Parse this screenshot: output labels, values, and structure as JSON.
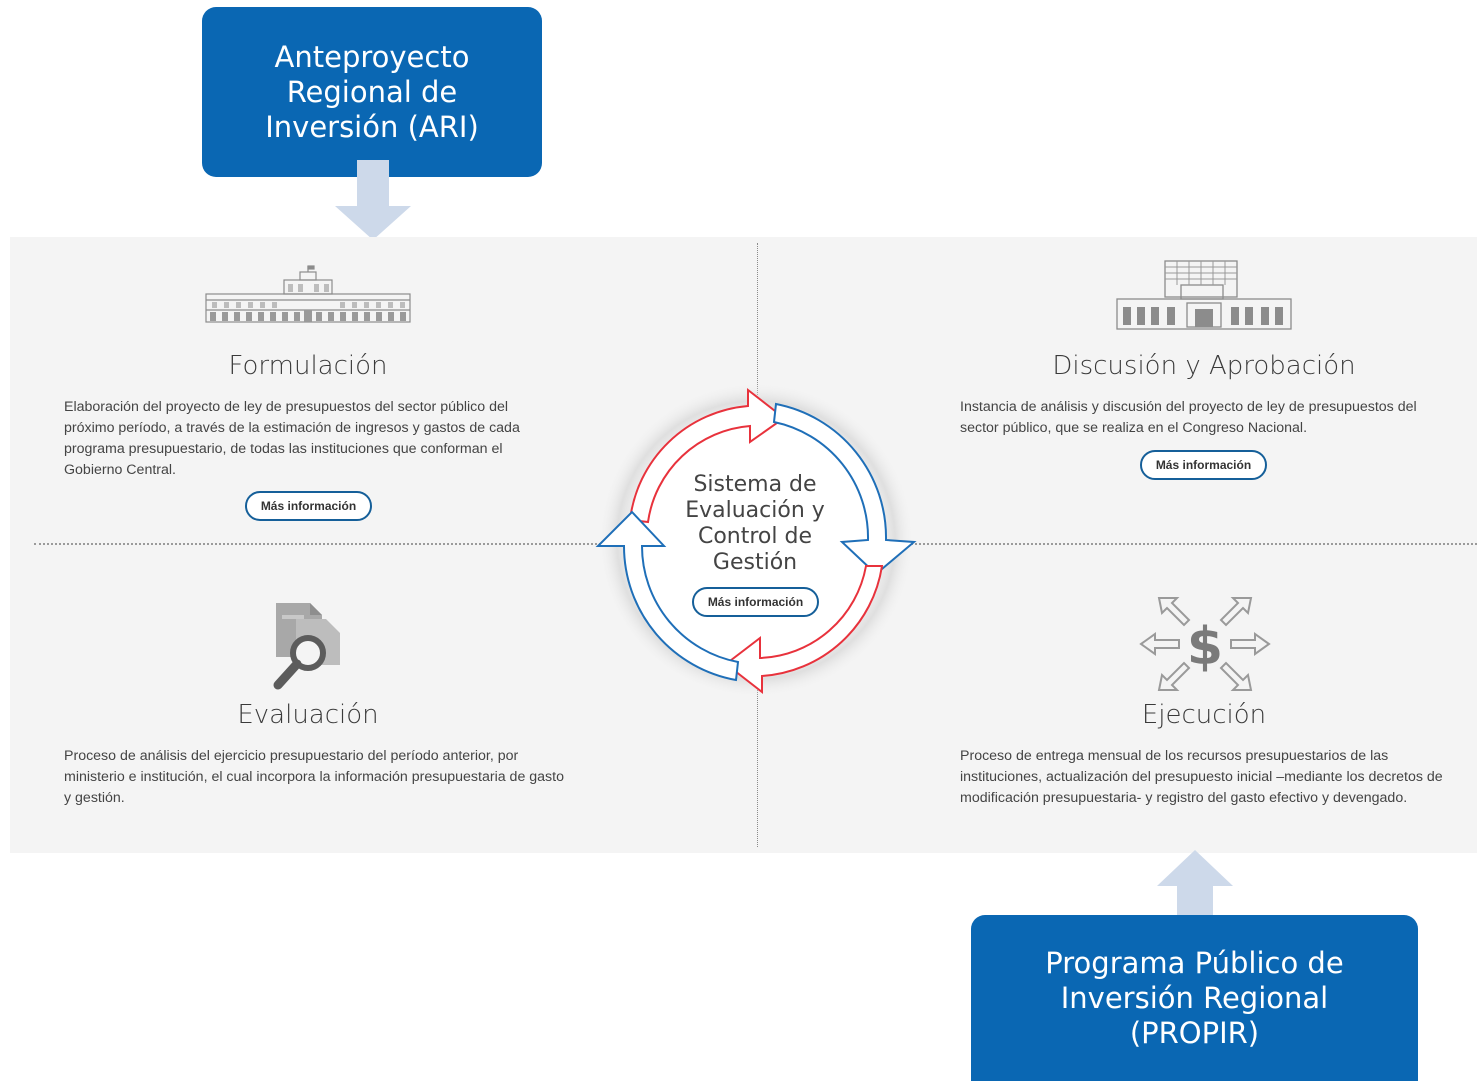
{
  "callouts": {
    "ari": [
      "Anteproyecto",
      "Regional de",
      "Inversión (ARI)"
    ],
    "propir": [
      "Programa Público de",
      "Inversión Regional",
      "(PROPIR)"
    ]
  },
  "quadrants": {
    "formulacion": {
      "title": "Formulación",
      "text": "Elaboración del proyecto de ley de presupuestos del sector público del próximo período, a través de la estimación de ingresos y gastos de cada programa presupuestario, de todas las instituciones que conforman el Gobierno Central.",
      "button": "Más información"
    },
    "discusion": {
      "title": "Discusión y Aprobación",
      "text": "Instancia de análisis y discusión del proyecto de ley de presupuestos del sector público, que se realiza en el Congreso Nacional.",
      "button": "Más información"
    },
    "evaluacion": {
      "title": "Evaluación",
      "text": "Proceso de análisis del ejercicio presupuestario del período anterior, por ministerio e institución, el cual incorpora la información presupuestaria de gasto y gestión."
    },
    "ejecucion": {
      "title": "Ejecución",
      "text": "Proceso de entrega mensual de los recursos presupuestarios de las instituciones, actualización del presupuesto inicial –mediante los decretos de modificación presupuestaria- y registro del gasto efectivo y devengado."
    }
  },
  "center": {
    "title_lines": [
      "Sistema de",
      "Evaluación y",
      "Control de",
      "Gestión"
    ],
    "button": "Más información"
  },
  "colors": {
    "callout_bg": "#0a67b3",
    "cycle_red": "#e8323c",
    "cycle_blue": "#1f6fb8",
    "arrow_light": "#cdd9ea"
  },
  "icons": [
    "palace-icon",
    "congress-building-icon",
    "document-search-icon",
    "money-distribution-icon"
  ]
}
